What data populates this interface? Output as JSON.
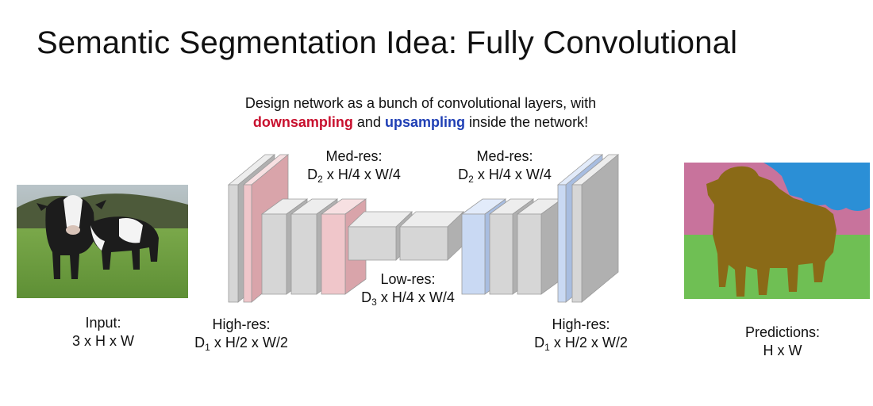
{
  "slide": {
    "title": "Semantic Segmentation Idea: Fully Convolutional",
    "subtitle_line1": "Design network as a bunch of convolutional layers, with",
    "subtitle_down": "downsampling",
    "subtitle_and": " and ",
    "subtitle_up": "upsampling",
    "subtitle_rest": " inside the network!"
  },
  "labels": {
    "input": {
      "title": "Input:",
      "dims": "3 x H x W"
    },
    "high_res_left": {
      "title": "High-res:",
      "d": "D",
      "sub": "1",
      "dims": " x H/2 x W/2"
    },
    "med_res_left": {
      "title": "Med-res:",
      "d": "D",
      "sub": "2",
      "dims": " x H/4 x W/4"
    },
    "low_res": {
      "title": "Low-res:",
      "d": "D",
      "sub": "3",
      "dims": " x H/4 x W/4"
    },
    "med_res_right": {
      "title": "Med-res:",
      "d": "D",
      "sub": "2",
      "dims": " x H/4 x W/4"
    },
    "high_res_right": {
      "title": "High-res:",
      "d": "D",
      "sub": "1",
      "dims": " x H/2 x W/2"
    },
    "predictions": {
      "title": "Predictions:",
      "dims": "H x W"
    }
  },
  "colors": {
    "gray_front": "#d6d6d6",
    "gray_top": "#ededed",
    "gray_side": "#b0b0b0",
    "pink_front": "#f0c6ca",
    "pink_top": "#f7e0e2",
    "pink_side": "#d9a4aa",
    "blue_front": "#c9d9f3",
    "blue_top": "#e2ebfa",
    "blue_side": "#a8bde0",
    "seg_pink": "#c8739c",
    "seg_blue": "#2b8fd6",
    "seg_green": "#6fbf54",
    "seg_brown": "#8a6a17"
  }
}
